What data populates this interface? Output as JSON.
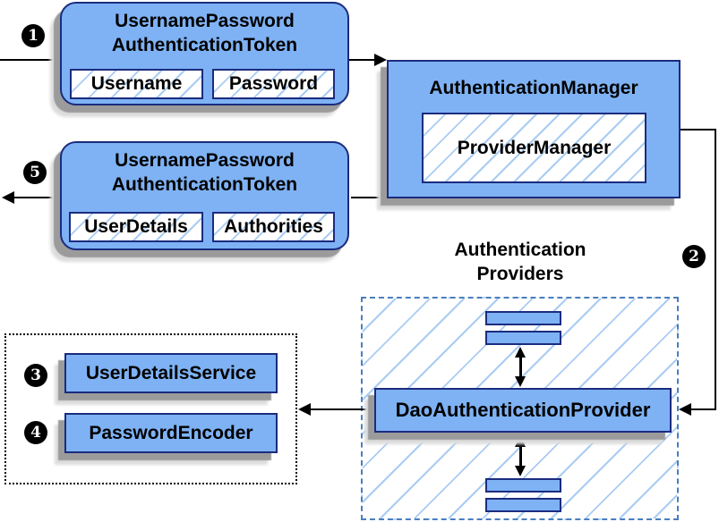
{
  "colors": {
    "node_fill": "#7EB2F4",
    "node_border": "#1B2C7E",
    "hatch_line": "#A9CCF3",
    "dashed_border": "#4A7EBE",
    "connector": "#000000",
    "shadow": "#9B9B9B",
    "step_badge_bg": "#000000",
    "step_badge_text": "#FFFFFF",
    "background": "#FFFFFF"
  },
  "nodes": {
    "request_token": {
      "title_line1": "UsernamePassword",
      "title_line2": "AuthenticationToken",
      "fields": [
        "Username",
        "Password"
      ]
    },
    "authentication_manager": {
      "title": "AuthenticationManager",
      "inner": "ProviderManager"
    },
    "response_token": {
      "title_line1": "UsernamePassword",
      "title_line2": "AuthenticationToken",
      "fields": [
        "UserDetails",
        "Authorities"
      ]
    },
    "authentication_providers": {
      "label_line1": "Authentication",
      "label_line2": "Providers",
      "provider": "DaoAuthenticationProvider"
    },
    "collaborators": [
      "UserDetailsService",
      "PasswordEncoder"
    ]
  },
  "steps": {
    "one": "1",
    "two": "2",
    "three": "3",
    "four": "4",
    "five": "5"
  }
}
